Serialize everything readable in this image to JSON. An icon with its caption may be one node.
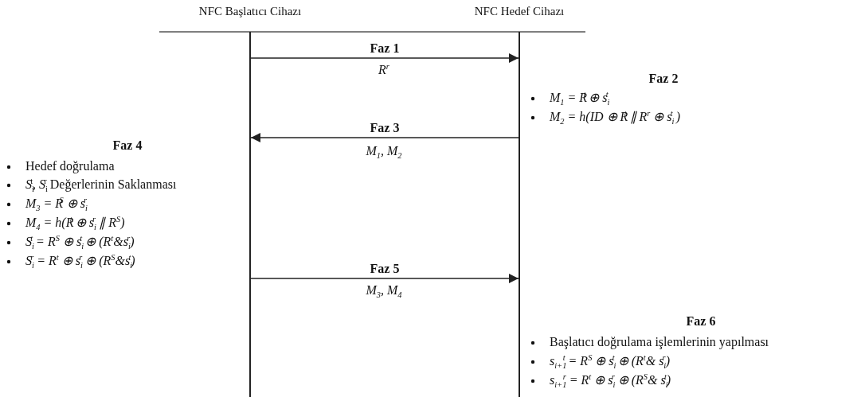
{
  "diagram": {
    "nodes": [
      {
        "text": [
          "NFC Başlatıcı Cihazı"
        ]
      },
      {
        "text": [
          "NFC Hedef Cihazı"
        ]
      }
    ],
    "edges": [
      {
        "from": 0,
        "to": 1,
        "arrow": "to",
        "label": "Faz 1"
      },
      {
        "from": 1,
        "to": 0,
        "arrow": "to",
        "label": "Faz 3"
      },
      {
        "from": 0,
        "to": 1,
        "arrow": "to",
        "label": "Faz 5"
      }
    ],
    "labels": [
      "R$^{r}$",
      "Faz 2",
      "M$_{1}$ = R$^{t}$ ⊕ s$_{i}$$^{t}$",
      "M$_{2}$ = h(ID ⊕ R$^{t}$ ∥ R$^{r}$ ⊕ s$_{i}$$^{t}$ )",
      "M$_{1}$, M$_{2}$",
      "Faz 4",
      "Hedef doğrulama",
      "*S*$_{i}$$^{t}$, *S*$_{i}$$^{r}$ Değerlerinin Saklanması",
      "M$_{3}$ = R$^{S}$ ⊕ s$_{i}$$^{r}$",
      "M$_{4}$ = h(R$^{t}$ ⊕ s$_{i}$$^{r}$ ∥ R$^{S}$)",
      "S$_{i}$$^{t}$ = R$^{S}$ ⊕ s$_{i}$$^{t}$ ⊕ (R$^{t}$&s$_{i}$$^{r}$)",
      "S$_{i}$$^{r}$ = R$^{t}$ ⊕ s$_{i}$$^{r}$ ⊕ (R$^{S}$&s$_{i}$$^{t}$)",
      "M$_{3}$, M$_{4}$",
      "Faz 6",
      "Başlatıcı doğrulama işlemlerinin yapılması",
      "s$_{i+1}$$^{t}$ = R$^{S}$ ⊕ s$_{i}$$^{t}$ ⊕ (R$^{t}$& s$_{i}$$^{r}$)",
      "s$_{i+1}$$^{r}$ = R$^{t}$ ⊕ s$_{i}$$^{r}$ ⊕ (R$^{S}$& s$_{i}$$^{t}$)"
    ]
  }
}
